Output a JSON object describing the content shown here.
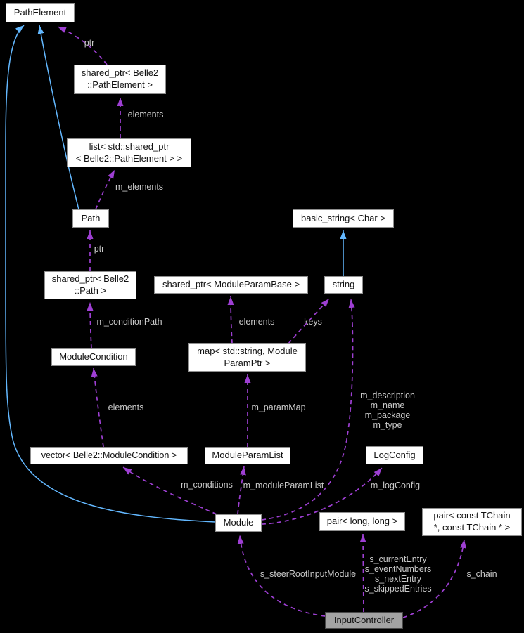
{
  "diagram": {
    "kind": "collaboration-graph",
    "colors": {
      "background": "#000000",
      "inheritance_edge": "#63b8ff",
      "usage_edge": "#9e3fd3",
      "edge_label": "#c9c9c9",
      "node_fill": "#ffffff",
      "node_border": "#8f8f8f",
      "selected_node_fill": "#a3a3a3"
    },
    "nodes": [
      {
        "label": "PathElement"
      },
      {
        "label": "shared_ptr< Belle2\n::PathElement >"
      },
      {
        "label": "list< std::shared_ptr\n< Belle2::PathElement > >"
      },
      {
        "label": "Path"
      },
      {
        "label": "basic_string< Char >"
      },
      {
        "label": "shared_ptr< Belle2\n::Path >"
      },
      {
        "label": "shared_ptr< ModuleParamBase >"
      },
      {
        "label": "string"
      },
      {
        "label": "map< std::string, Module\nParamPtr >"
      },
      {
        "label": "ModuleCondition"
      },
      {
        "label": "vector< Belle2::ModuleCondition >"
      },
      {
        "label": "ModuleParamList"
      },
      {
        "label": "LogConfig"
      },
      {
        "label": "Module"
      },
      {
        "label": "pair< long, long >"
      },
      {
        "label": "pair< const TChain\n*, const TChain * >"
      },
      {
        "label": "InputController",
        "highlighted": true
      }
    ],
    "edges": [
      {
        "from": "shared_ptr< Belle2::PathElement >",
        "to": "PathElement",
        "type": "usage",
        "label": "ptr"
      },
      {
        "from": "list< std::shared_ptr< Belle2::PathElement > >",
        "to": "shared_ptr< Belle2::PathElement >",
        "type": "usage",
        "label": "elements"
      },
      {
        "from": "Path",
        "to": "list< std::shared_ptr< Belle2::PathElement > >",
        "type": "usage",
        "label": "m_elements"
      },
      {
        "from": "shared_ptr< Belle2::Path >",
        "to": "Path",
        "type": "usage",
        "label": "ptr"
      },
      {
        "from": "ModuleCondition",
        "to": "shared_ptr< Belle2::Path >",
        "type": "usage",
        "label": "m_conditionPath"
      },
      {
        "from": "vector< Belle2::ModuleCondition >",
        "to": "ModuleCondition",
        "type": "usage",
        "label": "elements"
      },
      {
        "from": "map< std::string, ModuleParamPtr >",
        "to": "shared_ptr< ModuleParamBase >",
        "type": "usage",
        "label": "elements"
      },
      {
        "from": "map< std::string, ModuleParamPtr >",
        "to": "string",
        "type": "usage",
        "label": "keys"
      },
      {
        "from": "ModuleParamList",
        "to": "map< std::string, ModuleParamPtr >",
        "type": "usage",
        "label": "m_paramMap"
      },
      {
        "from": "Module",
        "to": "ModuleParamList",
        "type": "usage",
        "label": "m_moduleParamList"
      },
      {
        "from": "Module",
        "to": "vector< Belle2::ModuleCondition >",
        "type": "usage",
        "label": "m_conditions"
      },
      {
        "from": "Module",
        "to": "LogConfig",
        "type": "usage",
        "label": "m_logConfig"
      },
      {
        "from": "Module",
        "to": "string",
        "type": "usage",
        "label": "m_description\nm_name\nm_package\nm_type"
      },
      {
        "from": "InputController",
        "to": "Module",
        "type": "usage",
        "label": "s_steerRootInputModule"
      },
      {
        "from": "InputController",
        "to": "pair< long, long >",
        "type": "usage",
        "label": "s_currentEntry\ns_eventNumbers\ns_nextEntry\ns_skippedEntries"
      },
      {
        "from": "InputController",
        "to": "pair< const TChain *, const TChain * >",
        "type": "usage",
        "label": "s_chain"
      },
      {
        "from": "Path",
        "to": "PathElement",
        "type": "inheritance",
        "label": ""
      },
      {
        "from": "Module",
        "to": "PathElement",
        "type": "inheritance",
        "label": ""
      },
      {
        "from": "string",
        "to": "basic_string< Char >",
        "type": "inheritance",
        "label": ""
      }
    ]
  }
}
